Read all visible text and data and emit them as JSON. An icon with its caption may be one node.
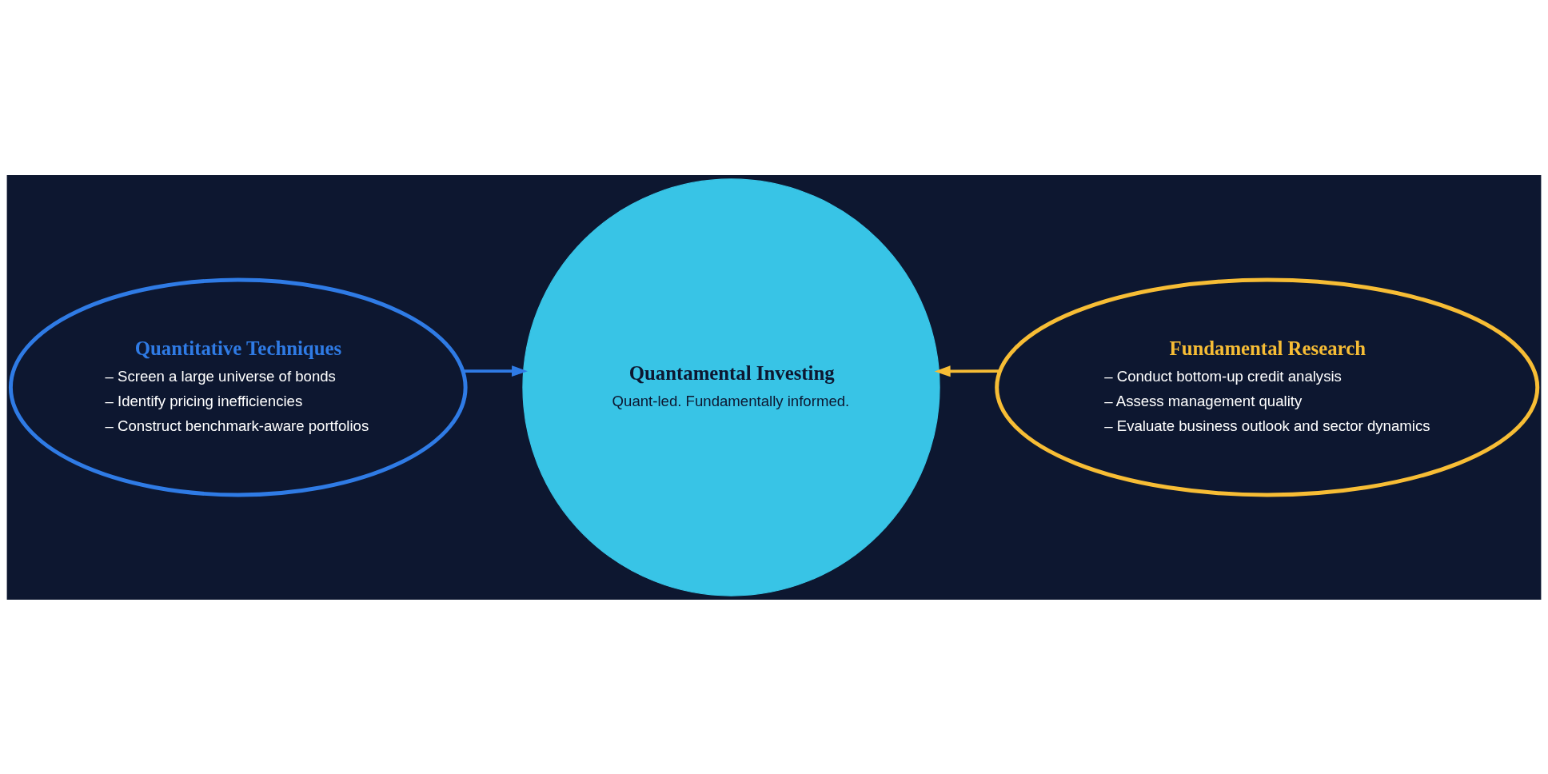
{
  "diagram": {
    "nodes": [
      {
        "text": [
          "Quantitative Techniques",
          "– Screen a large universe of bonds",
          "– Identify pricing inefficiencies",
          "– Construct benchmark-aware portfolios"
        ]
      },
      {
        "text": [
          "Quantamental Investing",
          "Quant-led. Fundamentally informed."
        ]
      },
      {
        "text": [
          "Fundamental Research",
          "– Conduct bottom-up credit analysis",
          "– Assess management quality",
          "– Evaluate business outlook and sector dynamics"
        ]
      }
    ],
    "edges": [
      {
        "from": 0,
        "to": 1,
        "arrow": "to",
        "color": "#2f7be5"
      },
      {
        "from": 2,
        "to": 1,
        "arrow": "to",
        "color": "#f7bd35"
      }
    ]
  }
}
